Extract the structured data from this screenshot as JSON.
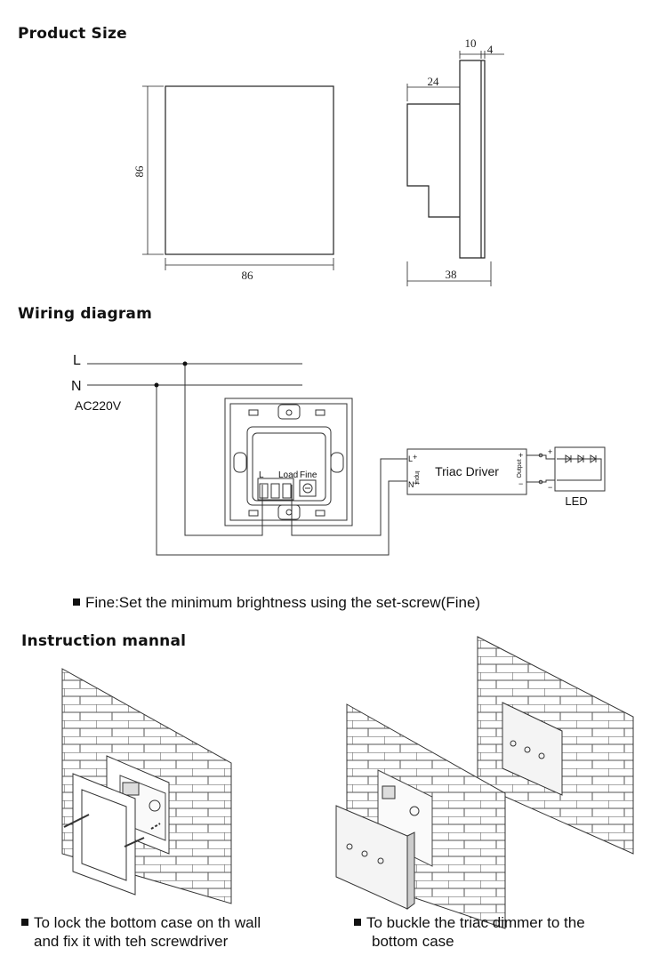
{
  "sections": {
    "product_size": "Product Size",
    "wiring": "Wiring diagram",
    "instruction": "Instruction mannal"
  },
  "dimensions": {
    "front_height": "86",
    "front_width": "86",
    "side_depth": "24",
    "side_top1": "10",
    "side_top2": "4",
    "side_total": "38"
  },
  "wiring": {
    "line_L": "L",
    "line_N": "N",
    "voltage": "AC220V",
    "terminal_L": "L",
    "terminal_load": "Load",
    "terminal_fine": "Fine",
    "driver_label": "Triac Driver",
    "driver_input": "Input",
    "driver_output": "Output",
    "input_l": "L",
    "input_n": "N",
    "plus": "+",
    "minus": "−",
    "led_label": "LED",
    "fine_note": "Fine:Set the minimum brightness using the set-screw(Fine)"
  },
  "instructions": {
    "step1_line1": "To lock the bottom case on th wall",
    "step1_line2": "and fix it with teh screwdriver",
    "step2_line1": "To buckle the triac dimmer to the",
    "step2_line2": "bottom case"
  },
  "colors": {
    "ink": "#111111",
    "line": "#333333",
    "panel": "#f4f4f4"
  }
}
